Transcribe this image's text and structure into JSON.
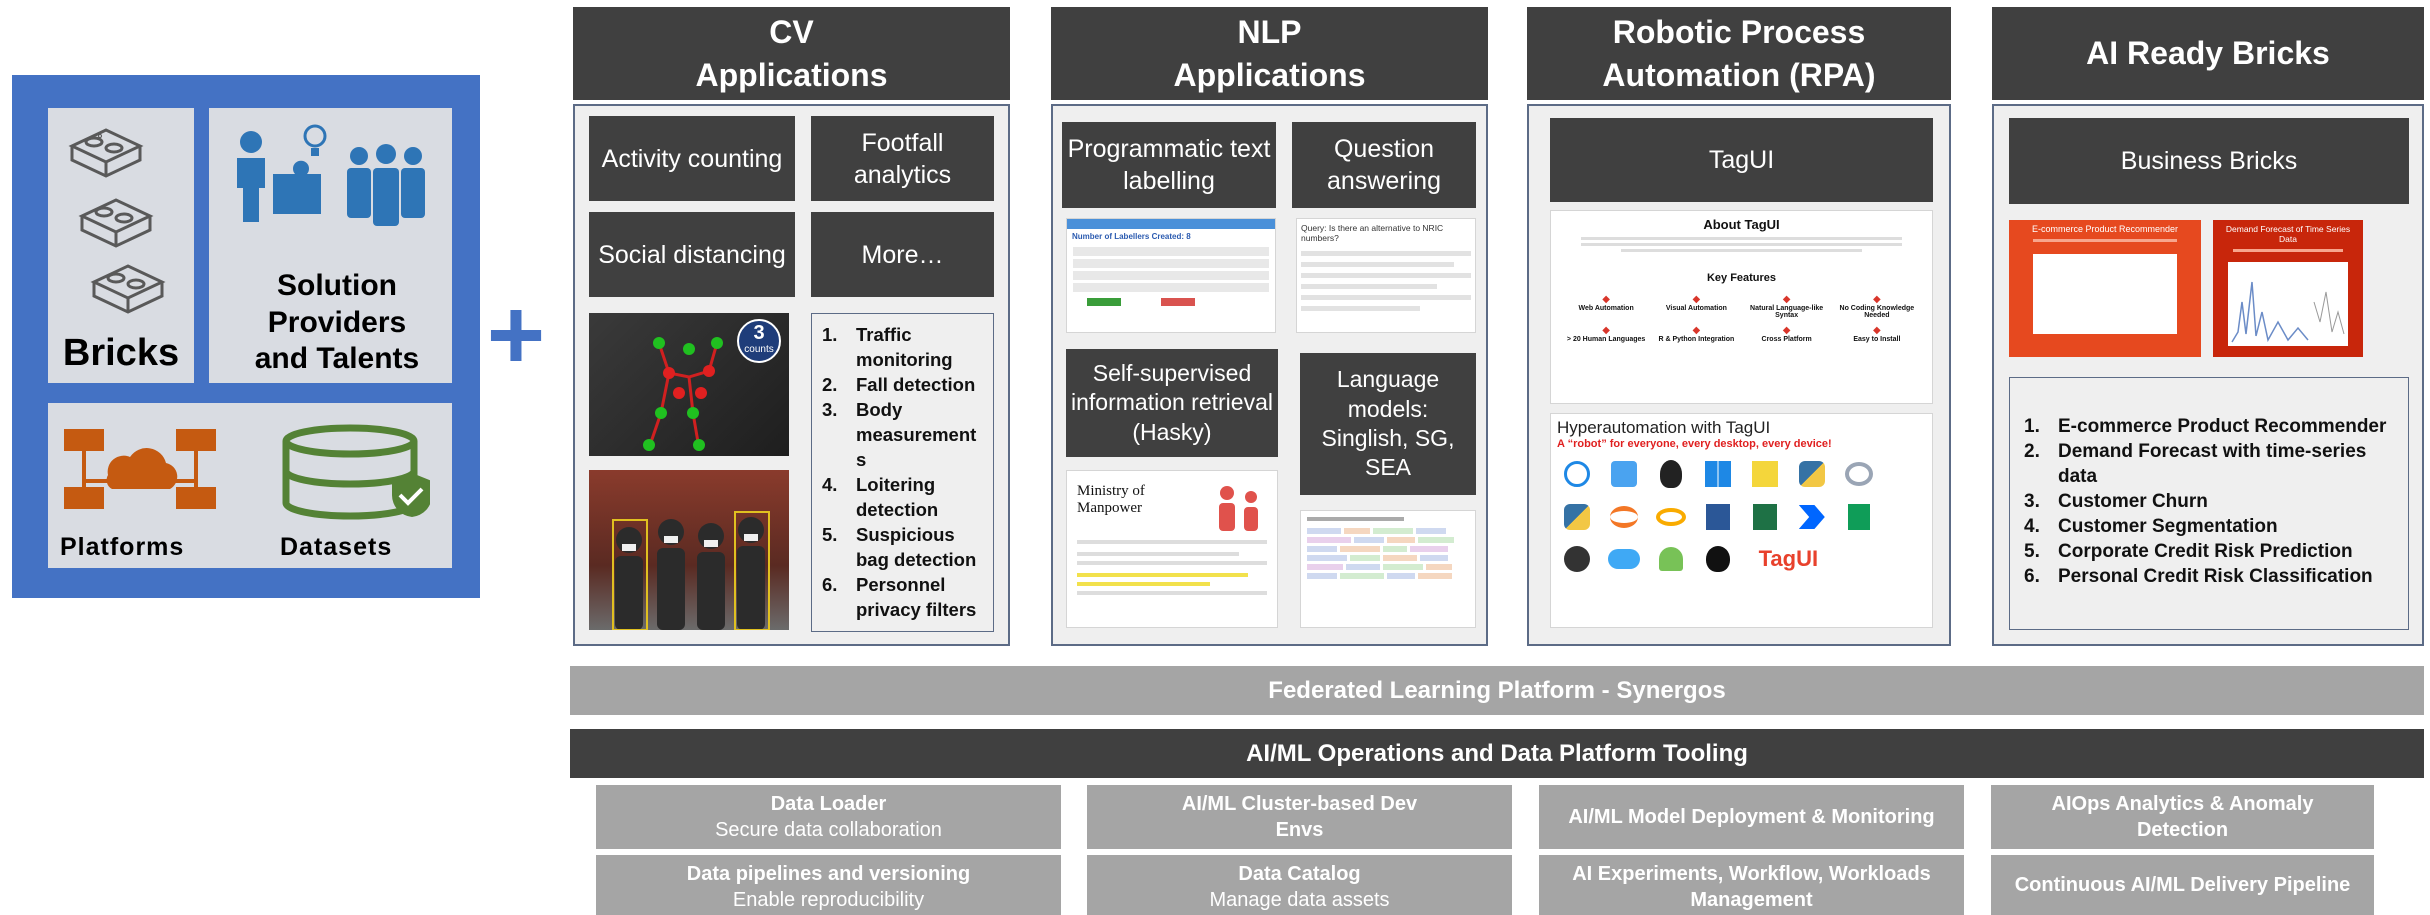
{
  "left_block": {
    "bricks_label": "Bricks",
    "solution_label": "Solution Providers and Talents",
    "platforms_label": "Platforms",
    "datasets_label": "Datasets",
    "plus_symbol": "+",
    "colors": {
      "frame": "#4472c4",
      "tile": "#d9dce2",
      "brick_icons": "#595959",
      "people_icons": "#2e75b6",
      "platform_icons": "#c55a11",
      "dataset_icons": "#548235"
    }
  },
  "columns": {
    "cv": {
      "header_line1": "CV",
      "header_line2": "Applications",
      "tiles": [
        "Activity counting",
        "Footfall analytics",
        "Social distancing",
        "More…"
      ],
      "counts_badge_num": "3",
      "counts_badge_word": "counts",
      "list": [
        {
          "n": "1.",
          "text": "Traffic monitoring"
        },
        {
          "n": "2.",
          "text": "Fall detection"
        },
        {
          "n": "3.",
          "text": "Body measurement s"
        },
        {
          "n": "4.",
          "text": "Loitering detection"
        },
        {
          "n": "5.",
          "text": "Suspicious bag detection"
        },
        {
          "n": "6.",
          "text": "Personnel privacy filters"
        }
      ]
    },
    "nlp": {
      "header_line1": "NLP",
      "header_line2": "Applications",
      "tiles": [
        "Programmatic text labelling",
        "Question answering",
        "Self-supervised information retrieval (Hasky)",
        "Language models: Singlish, SG, SEA"
      ],
      "shot_labels": {
        "labelling_title": "Number of Labellers Created: 8",
        "qa_query": "Query: Is there an alternative to NRIC numbers?",
        "hasky_title": "Ministry of Manpower"
      }
    },
    "rpa": {
      "header_line1": "Robotic Process",
      "header_line2": "Automation (RPA)",
      "tile": "TagUI",
      "about_title": "About TagUI",
      "key_features": "Key Features",
      "features": [
        "Web Automation",
        "Visual Automation",
        "Natural Language-like Syntax",
        "No Coding Knowledge Needed",
        "> 20 Human Languages",
        "R & Python Integration",
        "Cross Platform",
        "Easy to Install"
      ],
      "hyper_title": "Hyperautomation with TagUI",
      "hyper_sub": "A “robot” for everyone, every desktop, every device!",
      "tagui_logo": "TagUI"
    },
    "bricks": {
      "header": "AI Ready Bricks",
      "tile": "Business Bricks",
      "card1_title": "E-commerce Product Recommender",
      "card2_title": "Demand Forecast of Time Series Data",
      "list": [
        {
          "n": "1.",
          "text": "E-commerce Product Recommender"
        },
        {
          "n": "2.",
          "text": "Demand Forecast with time-series data"
        },
        {
          "n": "3.",
          "text": "Customer Churn"
        },
        {
          "n": "4.",
          "text": "Customer Segmentation"
        },
        {
          "n": "5.",
          "text": "Corporate Credit Risk Prediction"
        },
        {
          "n": "6.",
          "text": "Personal Credit Risk Classification"
        }
      ]
    }
  },
  "federated_bar": "Federated Learning Platform - Synergos",
  "ops_bar": "AI/ML Operations and Data Platform Tooling",
  "tools": [
    {
      "title": "Data Loader",
      "sub": "Secure data collaboration"
    },
    {
      "title": "AI/ML Cluster-based Dev Envs",
      "sub": ""
    },
    {
      "title": "AI/ML Model Deployment & Monitoring",
      "sub": ""
    },
    {
      "title": "AIOps Analytics & Anomaly Detection",
      "sub": ""
    },
    {
      "title": "Data pipelines and versioning",
      "sub": "Enable reproducibility"
    },
    {
      "title": "Data Catalog",
      "sub": "Manage data assets"
    },
    {
      "title": "AI Experiments, Workflow, Workloads Management",
      "sub": ""
    },
    {
      "title": "Continuous AI/ML Delivery Pipeline",
      "sub": ""
    }
  ],
  "colors": {
    "header": "#404040",
    "panel_border": "#5c6b86",
    "fed_bar": "#a5a5a5",
    "ops_bar": "#404040",
    "tool_box": "#a5a5a5",
    "brick_card": "#e6491f"
  }
}
